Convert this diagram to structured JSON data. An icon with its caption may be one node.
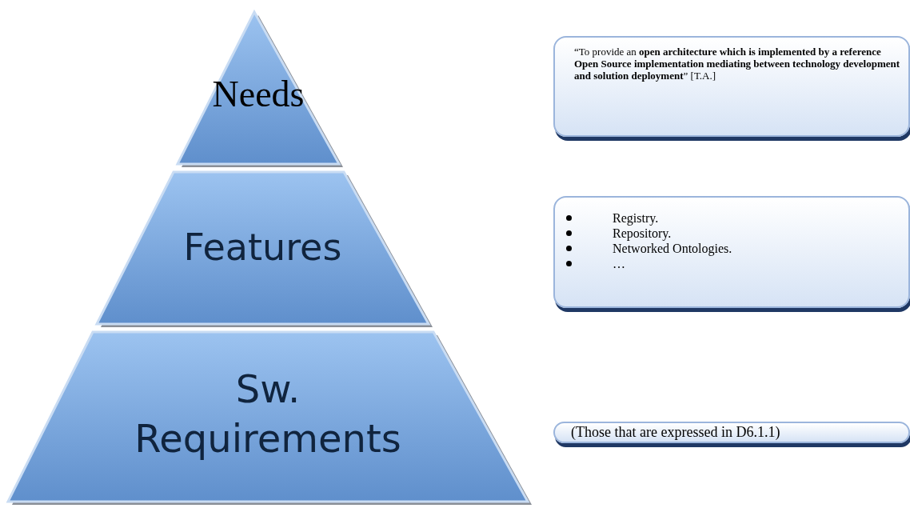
{
  "diagram": {
    "nodes": [
      {
        "text": [
          "Needs"
        ]
      },
      {
        "text": [
          "Features"
        ]
      },
      {
        "text": [
          "Sw. Requirements"
        ]
      },
      {
        "text": [
          "“To provide an **open architecture which is implemented by a reference Open Source implementation mediating between technology development and solution deployment**” [T.A.]"
        ]
      },
      {
        "text": [
          "Registry.",
          "Repository.",
          "Networked Ontologies.",
          "…"
        ]
      },
      {
        "text": [
          "(Those that are expressed in D6.1.1)"
        ]
      }
    ]
  }
}
